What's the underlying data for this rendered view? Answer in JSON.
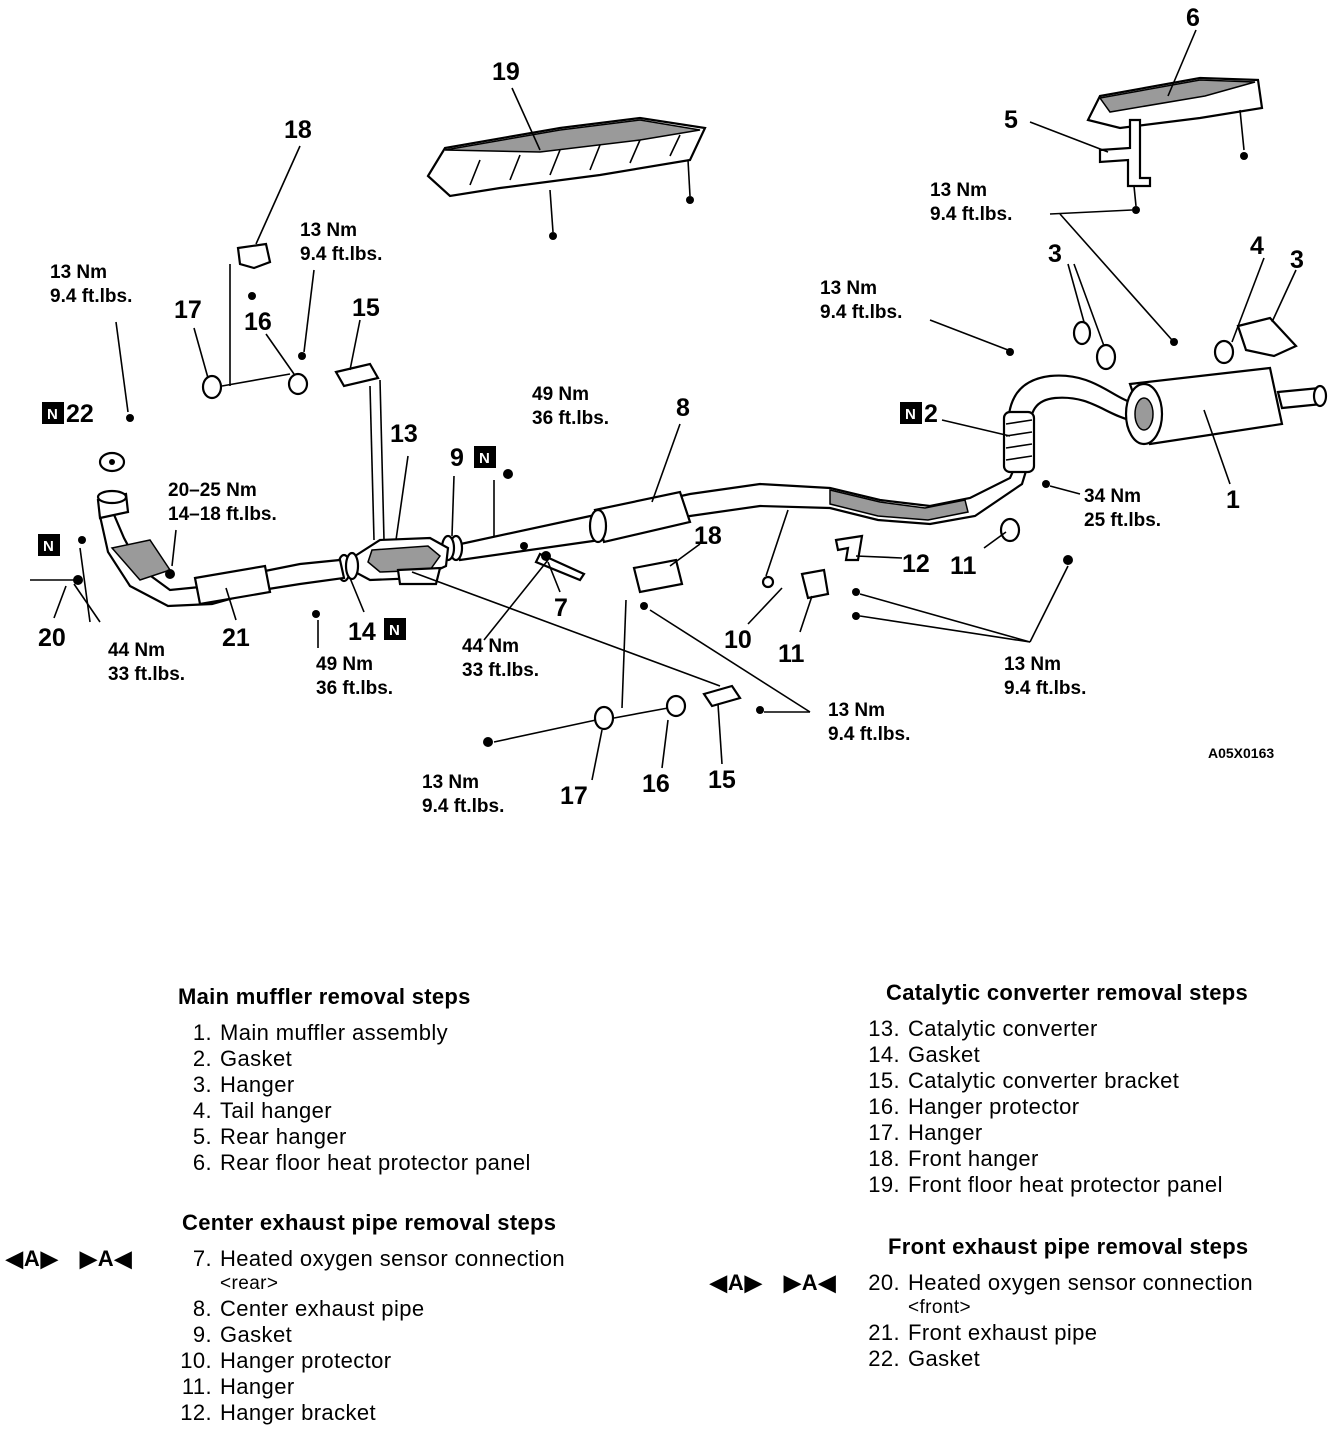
{
  "diagram": {
    "code": "A05X0163",
    "callouts": {
      "c1": "1",
      "c2": "2",
      "c3a": "3",
      "c3b": "3",
      "c4": "4",
      "c5": "5",
      "c6": "6",
      "c7": "7",
      "c8": "8",
      "c9": "9",
      "c10": "10",
      "c11a": "11",
      "c11b": "11",
      "c12": "12",
      "c13": "13",
      "c14": "14",
      "c15a": "15",
      "c15b": "15",
      "c16a": "16",
      "c16b": "16",
      "c17a": "17",
      "c17b": "17",
      "c18a": "18",
      "c18b": "18",
      "c19": "19",
      "c20": "20",
      "c21": "21",
      "c22": "22",
      "n": "N"
    },
    "torques": {
      "t13nm": "13 Nm",
      "t13ft": "9.4 ft.lbs.",
      "t49nm": "49 Nm",
      "t49ft": "36 ft.lbs.",
      "t44nm": "44 Nm",
      "t44ft": "33 ft.lbs.",
      "t34nm": "34 Nm",
      "t34ft": "25 ft.lbs.",
      "t2025nm": "20–25 Nm",
      "t2025ft": "14–18 ft.lbs."
    }
  },
  "steps": {
    "main_muffler": {
      "title": "Main muffler removal steps",
      "items": [
        {
          "num": "1.",
          "text": "Main muffler assembly"
        },
        {
          "num": "2.",
          "text": "Gasket"
        },
        {
          "num": "3.",
          "text": "Hanger"
        },
        {
          "num": "4.",
          "text": "Tail hanger"
        },
        {
          "num": "5.",
          "text": "Rear hanger"
        },
        {
          "num": "6.",
          "text": "Rear floor heat protector panel"
        }
      ]
    },
    "center_pipe": {
      "title": "Center exhaust pipe removal steps",
      "marks": {
        "left": "◀A▶",
        "right": "▶A◀"
      },
      "items": [
        {
          "num": "7.",
          "text": "Heated oxygen sensor connection",
          "sub": "<rear>"
        },
        {
          "num": "8.",
          "text": "Center exhaust pipe"
        },
        {
          "num": "9.",
          "text": "Gasket"
        },
        {
          "num": "10.",
          "text": "Hanger protector"
        },
        {
          "num": "11.",
          "text": "Hanger"
        },
        {
          "num": "12.",
          "text": "Hanger bracket"
        }
      ]
    },
    "catalytic": {
      "title": "Catalytic converter removal steps",
      "items": [
        {
          "num": "13.",
          "text": "Catalytic converter"
        },
        {
          "num": "14.",
          "text": "Gasket"
        },
        {
          "num": "15.",
          "text": "Catalytic converter bracket"
        },
        {
          "num": "16.",
          "text": "Hanger protector"
        },
        {
          "num": "17.",
          "text": "Hanger"
        },
        {
          "num": "18.",
          "text": "Front hanger"
        },
        {
          "num": "19.",
          "text": "Front floor heat protector panel"
        }
      ]
    },
    "front_pipe": {
      "title": "Front exhaust pipe removal steps",
      "marks": {
        "left": "◀A▶",
        "right": "▶A◀"
      },
      "items": [
        {
          "num": "20.",
          "text": "Heated oxygen sensor connection",
          "sub": "<front>"
        },
        {
          "num": "21.",
          "text": "Front exhaust pipe"
        },
        {
          "num": "22.",
          "text": "Gasket"
        }
      ]
    }
  }
}
